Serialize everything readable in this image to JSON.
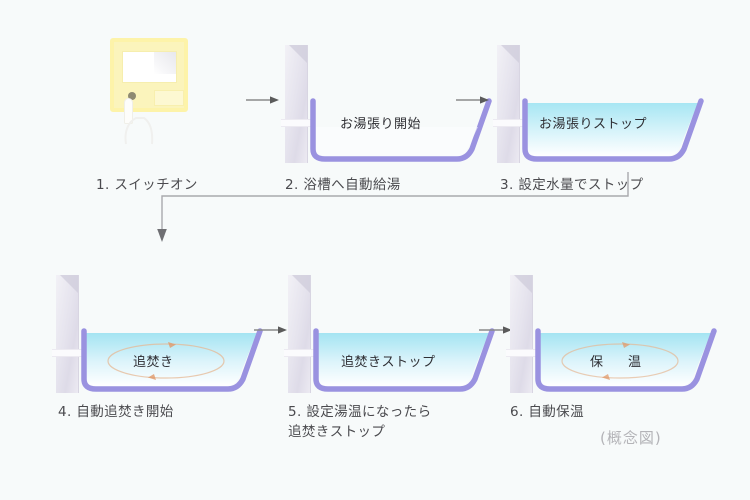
{
  "figure": {
    "background_color": "#f7fafa",
    "tub_outline_color": "#9a92e0",
    "water_color_top": "#b5e9f4",
    "water_color_bottom": "#ffffff",
    "remote_color": "#fbf4bc",
    "arrow_color": "#8a8a8a",
    "footnote": "(概念図)"
  },
  "steps": [
    {
      "id": "step-1",
      "caption": "1. スイッチオン",
      "tub_label": "",
      "icon": "remote-controller-icon",
      "has_water": false,
      "has_circulation": false
    },
    {
      "id": "step-2",
      "caption": "2. 浴槽へ自動給湯",
      "tub_label": "お湯張り開始",
      "icon": "bathtub-icon",
      "has_water": false,
      "has_circulation": false
    },
    {
      "id": "step-3",
      "caption": "3. 設定水量でストップ",
      "tub_label": "お湯張りストップ",
      "icon": "bathtub-icon",
      "has_water": true,
      "has_circulation": false
    },
    {
      "id": "step-4",
      "caption": "4. 自動追焚き開始",
      "tub_label": "追焚き",
      "icon": "bathtub-icon",
      "has_water": true,
      "has_circulation": true
    },
    {
      "id": "step-5",
      "caption": "5. 設定湯温になったら\n追焚きストップ",
      "tub_label": "追焚きストップ",
      "icon": "bathtub-icon",
      "has_water": true,
      "has_circulation": false
    },
    {
      "id": "step-6",
      "caption": "6. 自動保温",
      "tub_label": "保　温",
      "icon": "bathtub-icon",
      "has_water": true,
      "has_circulation": true
    }
  ],
  "connectors": {
    "arrow_1_2": "→",
    "arrow_2_3": "→",
    "arrow_4_5": "→",
    "arrow_5_6": "→",
    "row_wrap_arrow": "wrap-down-left-arrow"
  }
}
